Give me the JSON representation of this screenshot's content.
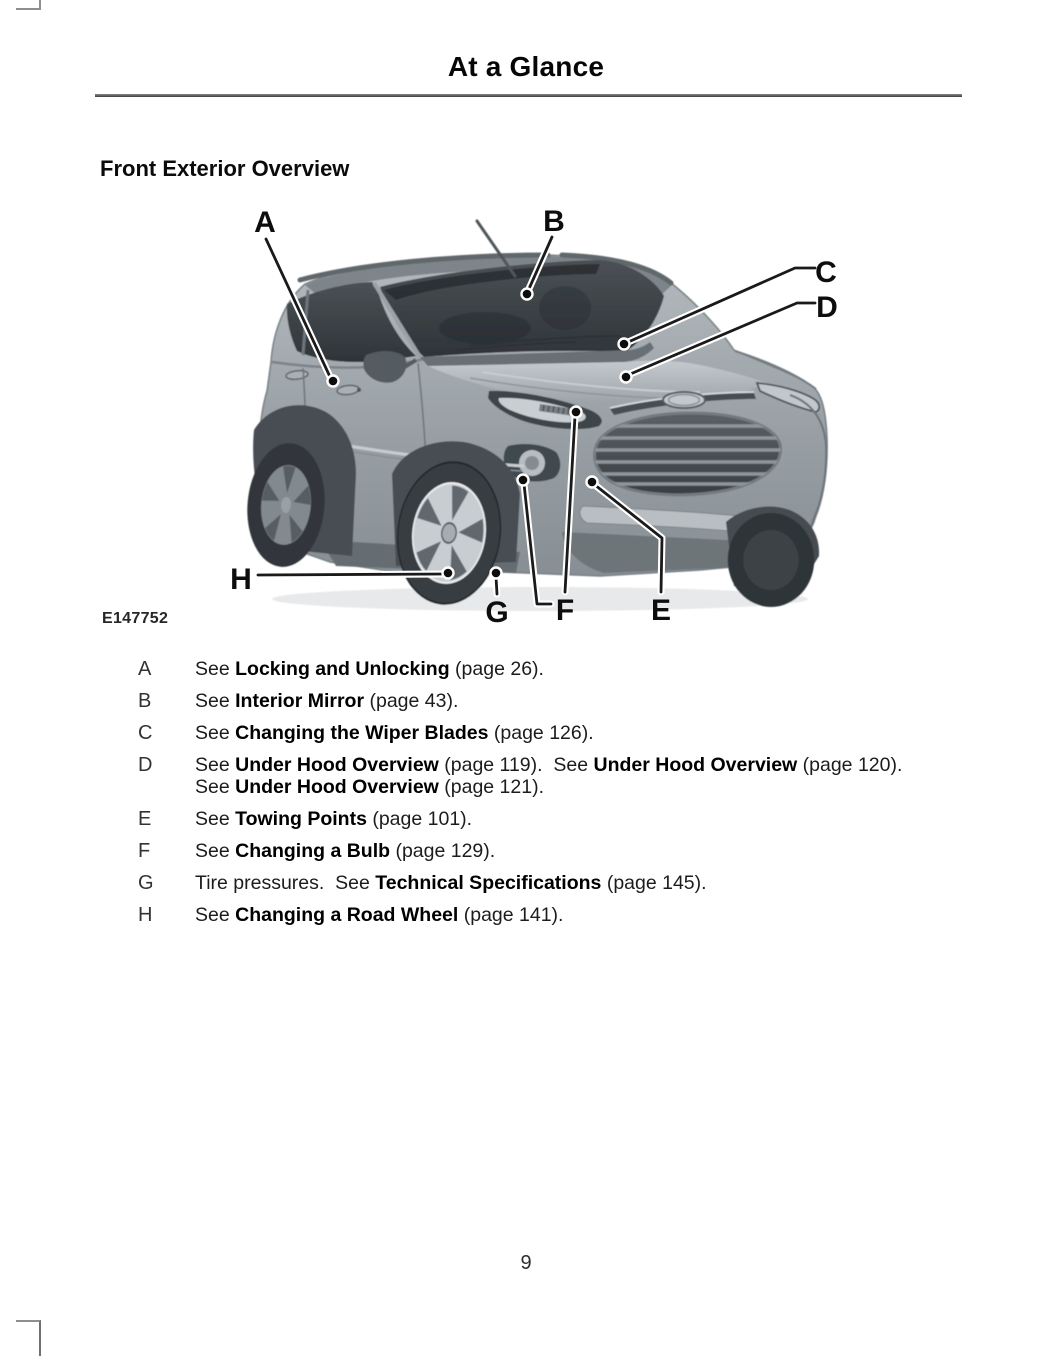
{
  "header": {
    "title": "At a Glance"
  },
  "section": {
    "title": "Front Exterior Overview"
  },
  "figure": {
    "id_label": "E147752",
    "description": "front-three-quarter view of SUV with callouts",
    "callout_labels": {
      "a": "A",
      "b": "B",
      "c": "C",
      "d": "D",
      "e": "E",
      "f": "F",
      "g": "G",
      "h": "H"
    }
  },
  "legend": {
    "items": [
      {
        "key": "A",
        "segments": [
          {
            "t": "See ",
            "b": 0
          },
          {
            "t": "Locking and Unlocking",
            "b": 1
          },
          {
            "t": " (page 26).",
            "b": 0
          }
        ]
      },
      {
        "key": "B",
        "segments": [
          {
            "t": "See ",
            "b": 0
          },
          {
            "t": "Interior Mirror",
            "b": 1
          },
          {
            "t": " (page 43).",
            "b": 0
          }
        ]
      },
      {
        "key": "C",
        "segments": [
          {
            "t": "See ",
            "b": 0
          },
          {
            "t": "Changing the Wiper Blades",
            "b": 1
          },
          {
            "t": " (page 126).",
            "b": 0
          }
        ]
      },
      {
        "key": "D",
        "segments": [
          {
            "t": "See ",
            "b": 0
          },
          {
            "t": "Under Hood Overview",
            "b": 1
          },
          {
            "t": " (page 119).  See ",
            "b": 0
          },
          {
            "t": "Under Hood Overview",
            "b": 1
          },
          {
            "t": " (page 120).  See ",
            "b": 0
          },
          {
            "t": "Under Hood Overview",
            "b": 1
          },
          {
            "t": " (page 121).",
            "b": 0
          }
        ]
      },
      {
        "key": "E",
        "segments": [
          {
            "t": "See ",
            "b": 0
          },
          {
            "t": "Towing Points",
            "b": 1
          },
          {
            "t": " (page 101).",
            "b": 0
          }
        ]
      },
      {
        "key": "F",
        "segments": [
          {
            "t": "See ",
            "b": 0
          },
          {
            "t": "Changing a Bulb",
            "b": 1
          },
          {
            "t": " (page 129).",
            "b": 0
          }
        ]
      },
      {
        "key": "G",
        "segments": [
          {
            "t": "Tire pressures.  See ",
            "b": 0
          },
          {
            "t": "Technical Specifications",
            "b": 1
          },
          {
            "t": " (page 145).",
            "b": 0
          }
        ]
      },
      {
        "key": "H",
        "segments": [
          {
            "t": "See ",
            "b": 0
          },
          {
            "t": "Changing a Road Wheel",
            "b": 1
          },
          {
            "t": " (page 141).",
            "b": 0
          }
        ]
      }
    ]
  },
  "footer": {
    "page_number": "9"
  },
  "colors": {
    "ink": "#111111",
    "rule": "#4d4d4d",
    "callout_dot": "#0d0d0d",
    "body_gray": "#9aa1a6"
  }
}
